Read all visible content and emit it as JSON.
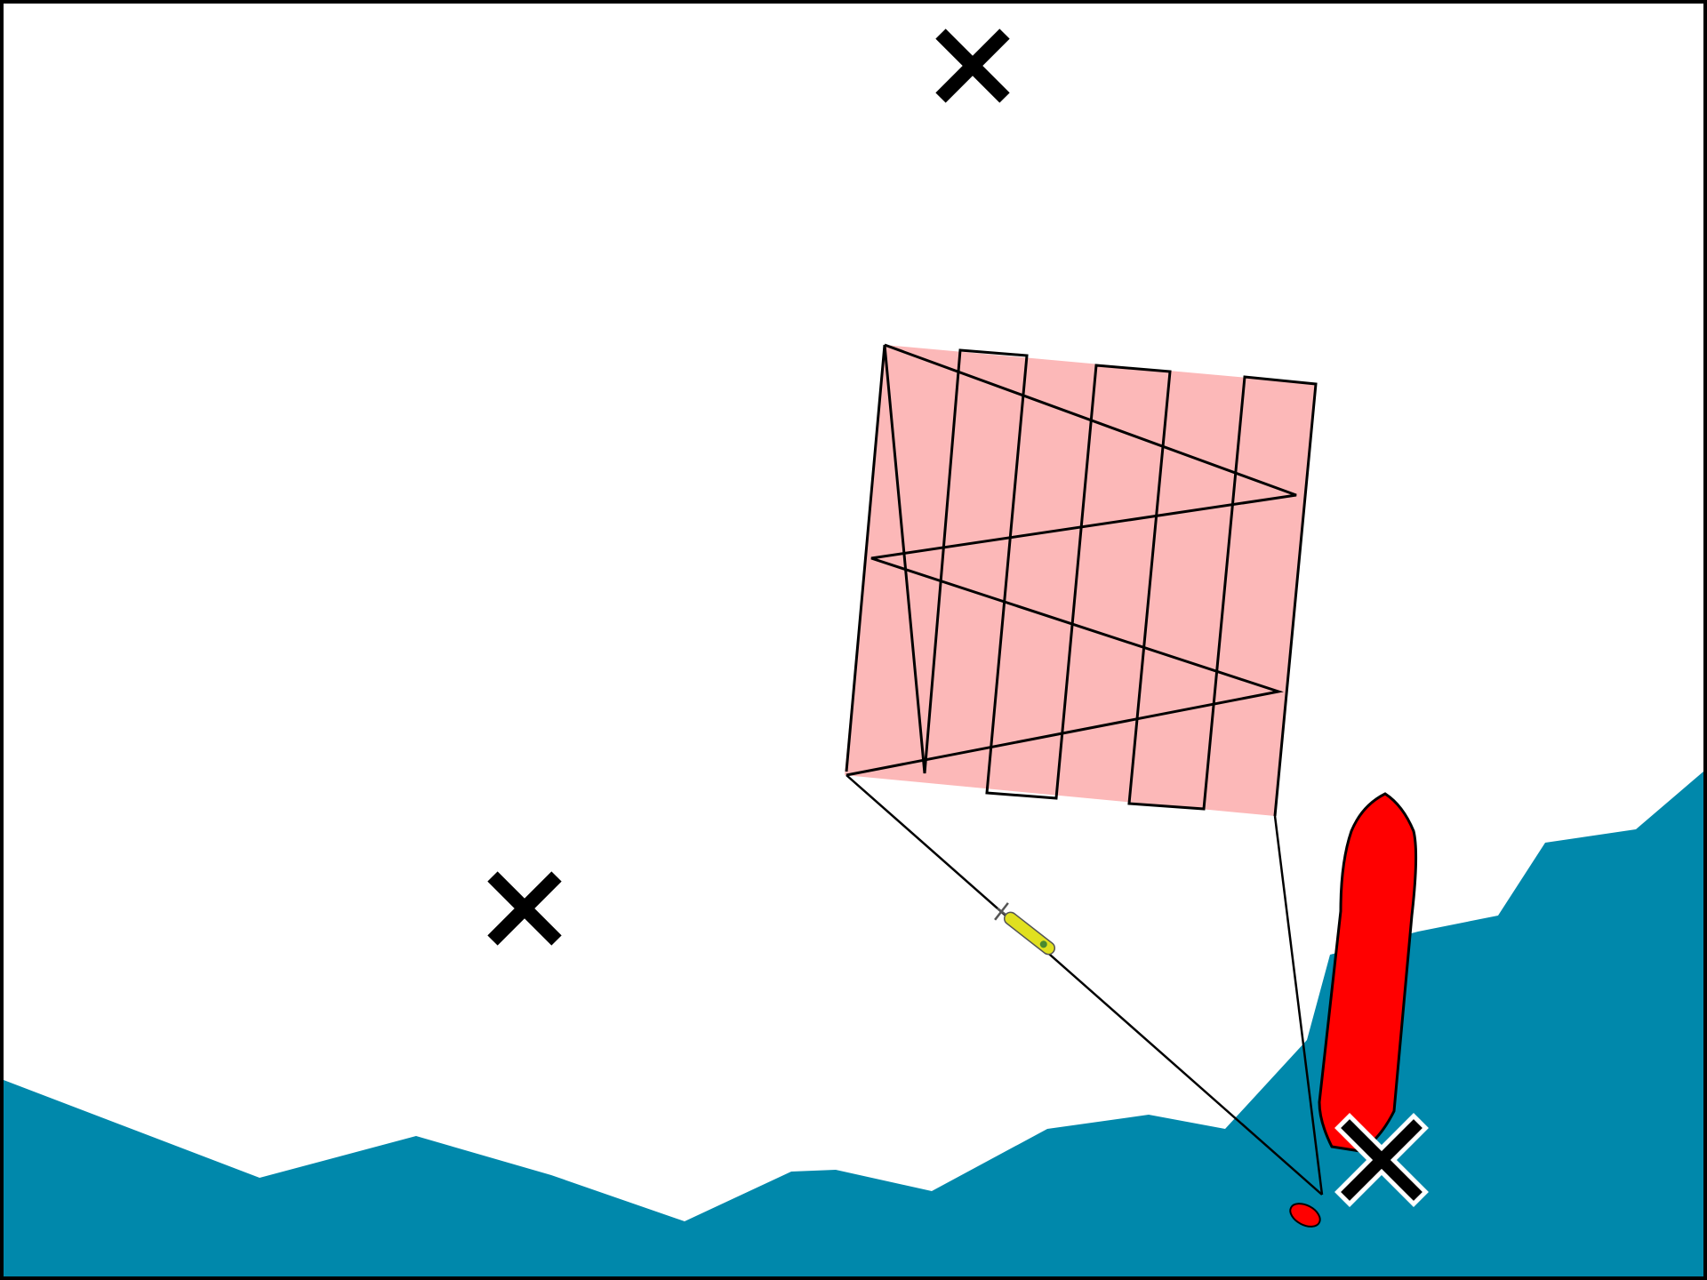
{
  "colors": {
    "background": "#ffffff",
    "water": "#0088ab",
    "survey_area": "#fcb8b8",
    "ship": "#ff0000",
    "path": "#000000",
    "marker": "#000000",
    "vehicle": "#e0e020"
  },
  "scene": {
    "markers": [
      {
        "name": "marker-top",
        "icon": "x-cross-icon",
        "outlined": false
      },
      {
        "name": "marker-left",
        "icon": "x-cross-icon",
        "outlined": false
      },
      {
        "name": "marker-bottom-right",
        "icon": "x-cross-icon",
        "outlined": true
      }
    ],
    "ship": {
      "icon": "ship-icon"
    },
    "buoy": {
      "icon": "buoy-icon"
    },
    "vehicle": {
      "icon": "auv-icon"
    },
    "survey_area": {
      "lanes": 6,
      "pattern": "lawnmower"
    }
  }
}
